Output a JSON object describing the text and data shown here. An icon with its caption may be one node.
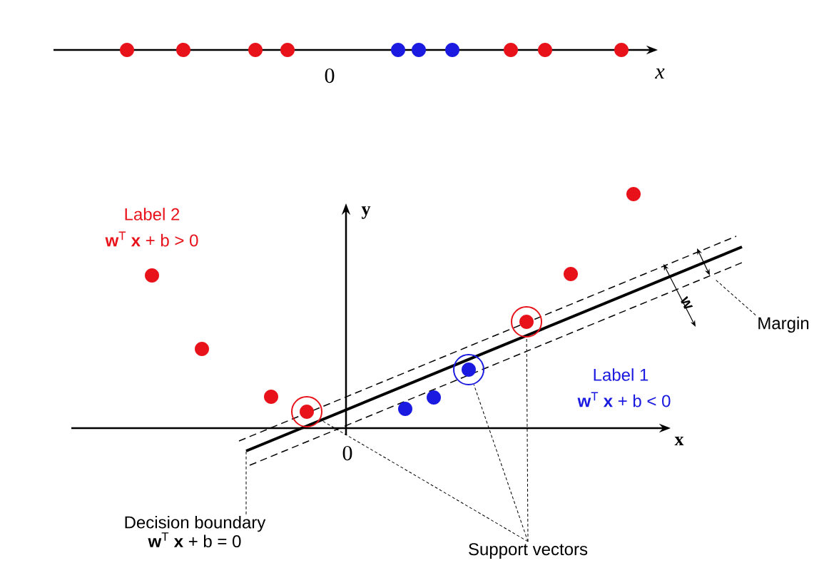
{
  "diagram": {
    "nodes": [
      {
        "text": [
          "Decision boundary",
          "**w**$^{T}$ **x** + b = 0"
        ]
      },
      {
        "text": [
          "Support vectors"
        ]
      },
      {
        "text": [
          "Margin"
        ]
      },
      {
        "text": [],
        "shape": "circle"
      },
      {
        "text": [],
        "shape": "circle"
      },
      {
        "text": [],
        "shape": "circle"
      }
    ],
    "edges": [
      {
        "from": 0,
        "to": null,
        "arrow": "none",
        "style": "dashed"
      },
      {
        "from": 1,
        "to": 3,
        "arrow": "none",
        "style": "dashed"
      },
      {
        "from": 1,
        "to": 4,
        "arrow": "none",
        "style": "dashed"
      },
      {
        "from": 1,
        "to": 5,
        "arrow": "none",
        "style": "dashed"
      },
      {
        "from": 2,
        "to": null,
        "arrow": "none",
        "style": "dashed"
      }
    ],
    "labels": [
      "0",
      "x",
      "Label 2",
      "**w**$^{T}$ **x** + b > 0",
      "y",
      "x",
      "0",
      "Label 1",
      "**w**$^{T}$ **x** + b < 0",
      "w"
    ]
  }
}
